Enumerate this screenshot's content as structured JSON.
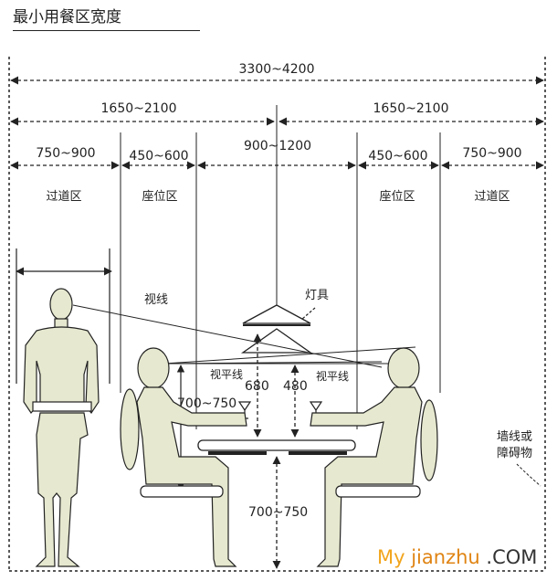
{
  "title": "最小用餐区宽度",
  "dimensions": {
    "total": "3300~4200",
    "half_left": "1650~2100",
    "half_right": "1650~2100",
    "aisle_left": "750~900",
    "seat_left": "450~600",
    "table": "900~1200",
    "seat_right": "450~600",
    "aisle_right": "750~900",
    "lamp_height_left": "680",
    "lamp_height_right": "480",
    "eye_height": "700~750",
    "table_height": "700~750"
  },
  "zones": {
    "aisle_left": "过道区",
    "seat_left": "座位区",
    "seat_right": "座位区",
    "aisle_right": "过道区"
  },
  "labels": {
    "sight_line": "视线",
    "lamp": "灯具",
    "horizontal_sight_left": "视平线",
    "horizontal_sight_right": "视平线",
    "wall_line_1": "墙线或",
    "wall_line_2": "障碍物"
  },
  "watermark": {
    "part1": "My",
    "part2": " jianzhu",
    "part3": " .COM"
  }
}
